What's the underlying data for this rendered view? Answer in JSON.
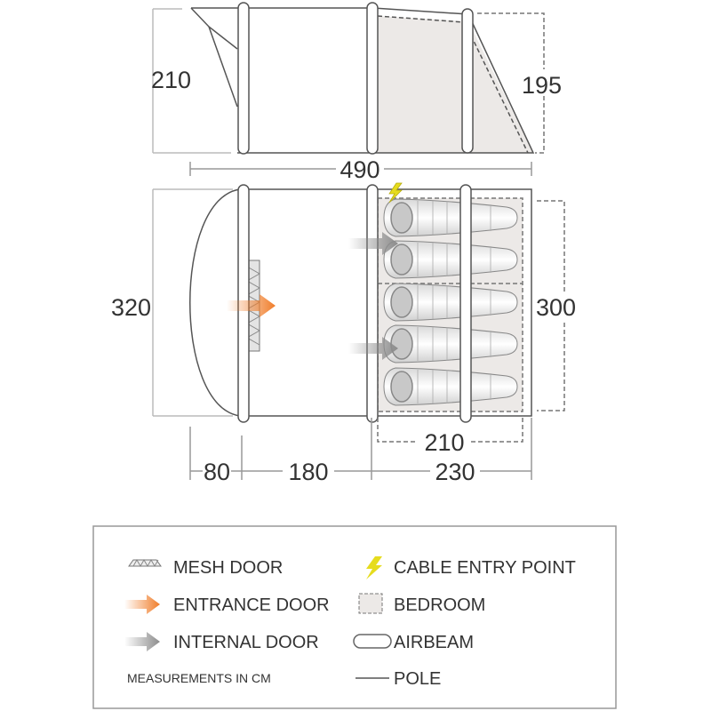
{
  "elevation": {
    "height_left": "210",
    "height_right": "195",
    "length": "490"
  },
  "plan": {
    "width": "320",
    "bedroom_width": "300",
    "bedroom_depth": "210",
    "porch": "80",
    "living": "180",
    "bedroom_section": "230"
  },
  "legend": {
    "mesh_door": "MESH DOOR",
    "entrance_door": "ENTRANCE DOOR",
    "internal_door": "INTERNAL DOOR",
    "measurements": "MEASUREMENTS IN CM",
    "cable_entry": "CABLE ENTRY POINT",
    "bedroom": "BEDROOM",
    "airbeam": "AIRBEAM",
    "pole": "POLE"
  },
  "colors": {
    "entrance": "#f07d2a",
    "internal": "#8c8c8c",
    "cable": "#e6dc1e",
    "bedroom": "#ece9e7",
    "line": "#555555"
  }
}
